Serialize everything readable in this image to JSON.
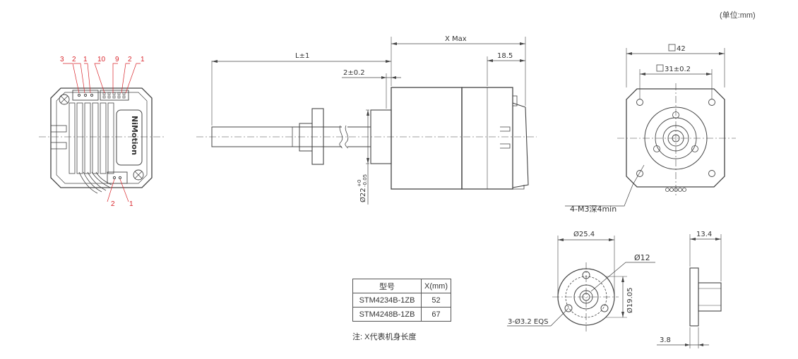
{
  "unit_label": "(单位:mm)",
  "connector_labels_top": [
    "3",
    "2",
    "1",
    "10",
    "9",
    "2",
    "1"
  ],
  "connector_labels_bottom": [
    "2",
    "1"
  ],
  "brand": "NiMotion",
  "dimensions": {
    "length": "L±1",
    "x_max": "X Max",
    "d_18_5": "18.5",
    "d_2_0_2": "2±0.2",
    "shaft_dia": "Ø22",
    "shaft_tol": "+0",
    "shaft_tol_low": "-0.05",
    "square_42": "42",
    "square_31": "31±0.2",
    "m3_holes": "4-M3深4min",
    "d_25_4": "Ø25.4",
    "d_12": "Ø12",
    "d_19_05": "Ø19.05",
    "holes_3_2": "3-Ø3.2 EQS",
    "d_13_4": "13.4",
    "d_3_8": "3.8"
  },
  "spec_table": {
    "headers": [
      "型号",
      "X(mm)"
    ],
    "rows": [
      {
        "model": "STM4234B-1ZB",
        "x": "52"
      },
      {
        "model": "STM4248B-1ZB",
        "x": "67"
      }
    ]
  },
  "note": "注: X代表机身长度",
  "colors": {
    "line": "#444444",
    "label_red": "#d9262c",
    "fill": "#ffffff"
  }
}
